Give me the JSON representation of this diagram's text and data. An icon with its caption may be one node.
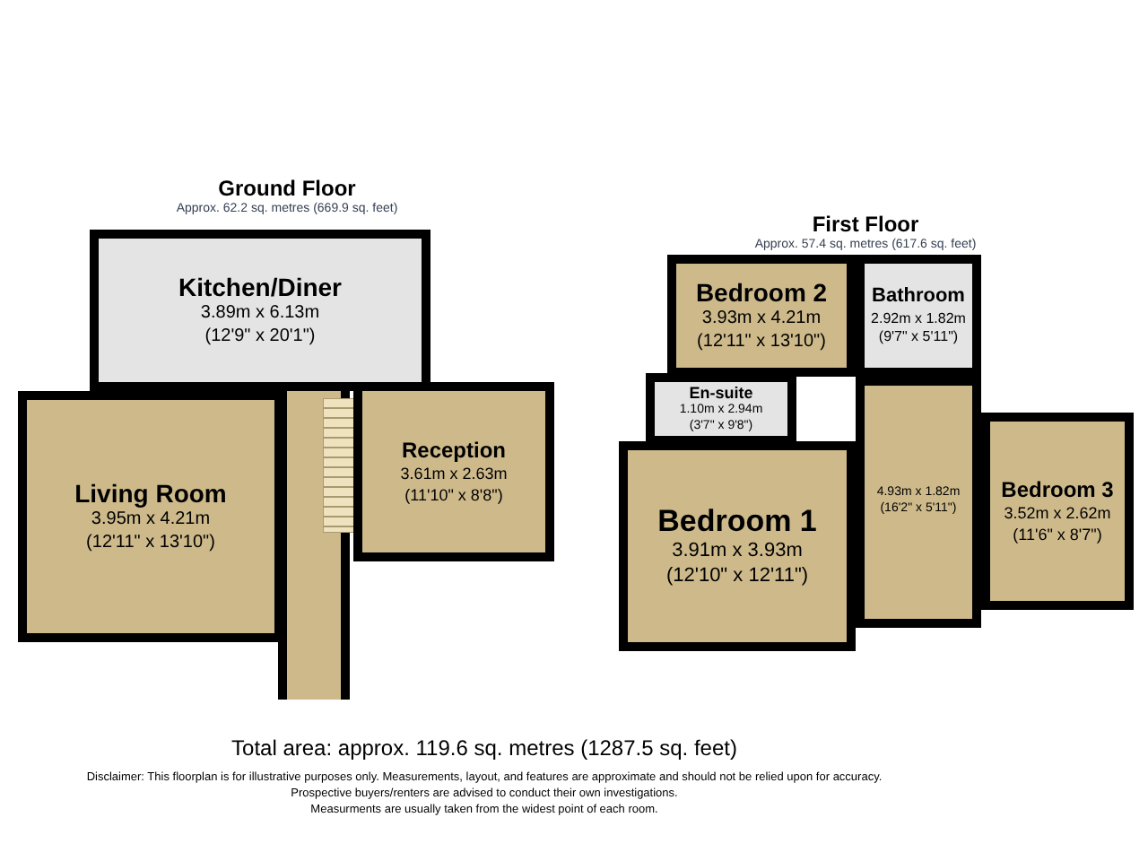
{
  "diagram": {
    "nodes": [
      {
        "text": [
          "Ground Floor",
          "Approx. 62.2 sq. metres (669.9 sq. feet)"
        ]
      },
      {
        "text": [
          "Kitchen/Diner",
          "3.89m x 6.13m",
          "(12'9\" x 20'1\")"
        ],
        "in": 0
      },
      {
        "text": [
          "Living Room",
          "3.95m x 4.21m",
          "(12'11\" x 13'10\")"
        ],
        "in": 0
      },
      {
        "text": [
          "Reception",
          "3.61m x 2.63m",
          "(11'10\" x 8'8\")"
        ],
        "in": 0
      },
      {
        "text": [
          "First Floor",
          "Approx. 57.4 sq. metres (617.6 sq. feet)"
        ]
      },
      {
        "text": [
          "Bedroom 2",
          "3.93m x 4.21m",
          "(12'11\" x 13'10\")"
        ],
        "in": 4
      },
      {
        "text": [
          "Bathroom",
          "2.92m x 1.82m",
          "(9'7\" x 5'11\")"
        ],
        "in": 4
      },
      {
        "text": [
          "En-suite",
          "1.10m x 2.94m",
          "(3'7\" x 9'8\")"
        ],
        "in": 4
      },
      {
        "text": [
          "4.93m x 1.82m",
          "(16'2\" x 5'11\")"
        ],
        "in": 4
      },
      {
        "text": [
          "Bedroom 1",
          "3.91m x 3.93m",
          "(12'10\" x 12'11\")"
        ],
        "in": 4
      },
      {
        "text": [
          "Bedroom 3",
          "3.52m x 2.62m",
          "(11'6\" x 8'7\")"
        ],
        "in": 4
      }
    ],
    "labels": [
      "Total area: approx. 119.6 sq. metres (1287.5 sq. feet)",
      "Disclaimer: This floorplan is for illustrative purposes only. Measurements, layout, and features are approximate and should not be relied upon for accuracy.",
      "Prospective buyers/renters are advised to conduct their own investigations.",
      "Measurments are usually taken from the widest point of each room."
    ]
  }
}
